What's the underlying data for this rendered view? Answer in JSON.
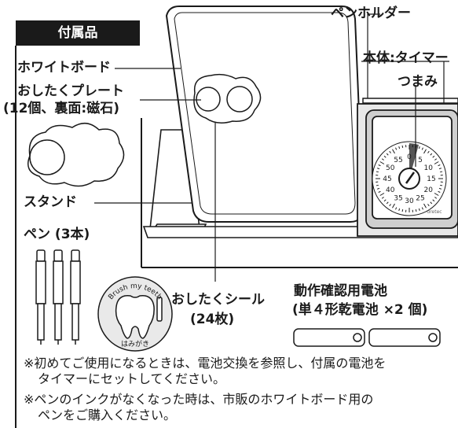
{
  "accessories": {
    "heading": "付属品",
    "whiteboard": "ホワイトボード",
    "plate_line1": "おしたくプレート",
    "plate_line2": "(12個、裏面:磁石)",
    "stand": "スタンド",
    "pen": "ペン (3本)",
    "sticker_line1": "おしたくシール",
    "sticker_line2": "(24枚)"
  },
  "parts": {
    "pen_holder": "ペンホルダー",
    "body_timer": "本体:タイマー",
    "knob": "つまみ"
  },
  "battery": {
    "line1": "動作確認用電池",
    "line2": "(単４形乾電池 ×2 個)"
  },
  "sticker_text": {
    "arc": "Brush my teeth",
    "bottom": "はみがき"
  },
  "timer_dial": {
    "numbers": [
      "55",
      "0",
      "5",
      "10",
      "15",
      "20",
      "25",
      "30",
      "35",
      "40",
      "45",
      "50"
    ],
    "brand": "dretec"
  },
  "notes": [
    "※初めてご使用になるときは、電池交換を参照し、付属の電池を",
    "タイマーにセットしてください。",
    "※ペンのインクがなくなった時は、市販のホワイトボード用の",
    "ペンをご購入ください。"
  ],
  "colors": {
    "ink": "#1a1a1a",
    "panel_bg": "#ffffff",
    "heading_bg": "#1a1a1a",
    "heading_text": "#ffffff"
  }
}
